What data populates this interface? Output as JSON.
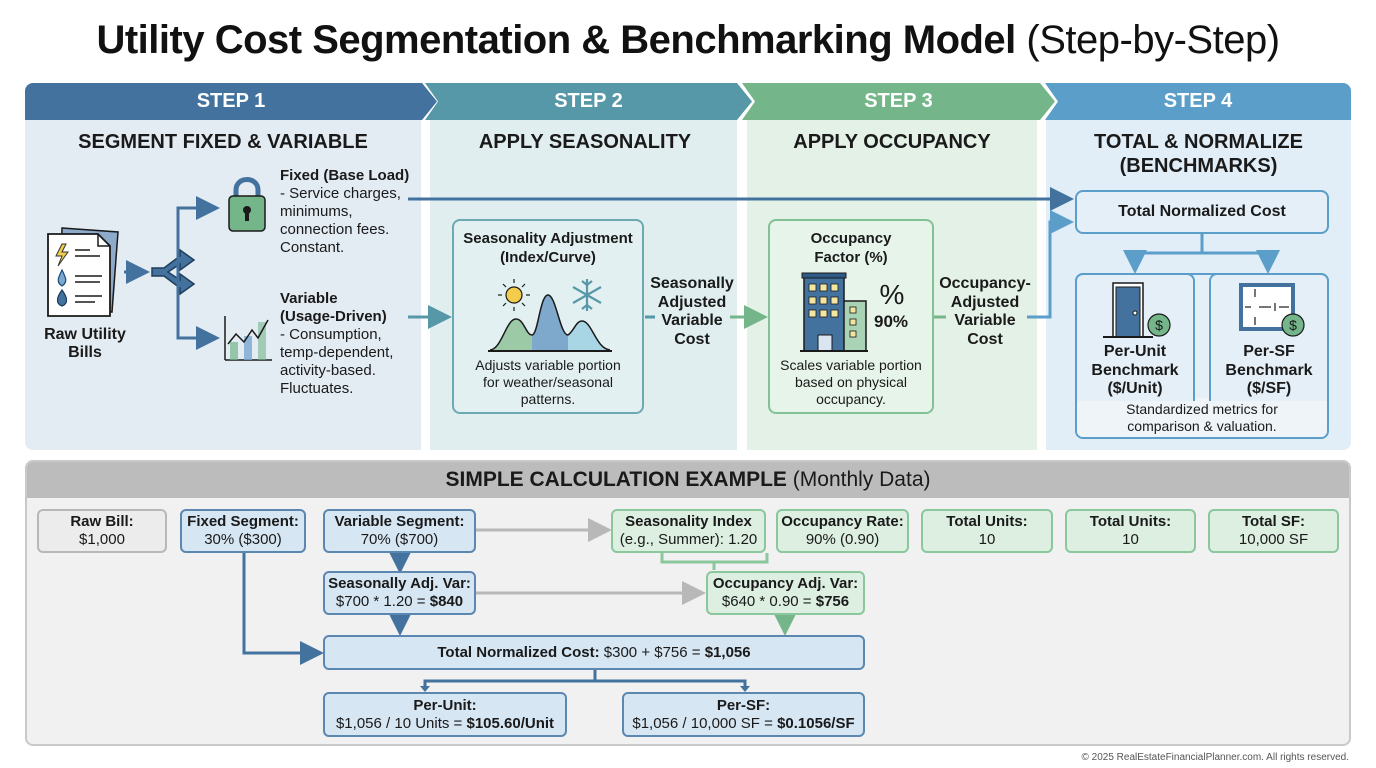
{
  "title": {
    "bold": "Utility Cost Segmentation & Benchmarking Model",
    "light": "(Step-by-Step)"
  },
  "steps": [
    {
      "label": "STEP 1",
      "heading": "SEGMENT FIXED & VARIABLE",
      "color": "#44729f"
    },
    {
      "label": "STEP 2",
      "heading": "APPLY SEASONALITY",
      "color": "#5698a8"
    },
    {
      "label": "STEP 3",
      "heading": "APPLY OCCUPANCY",
      "color": "#74b68a"
    },
    {
      "label": "STEP 4",
      "heading_line1": "TOTAL & NORMALIZE",
      "heading_line2": "(BENCHMARKS)",
      "color": "#5a9ec9"
    }
  ],
  "step1": {
    "source_label_line1": "Raw Utility",
    "source_label_line2": "Bills",
    "fixed": {
      "title": "Fixed (Base Load)",
      "lines": [
        "- Service charges,",
        "minimums,",
        "connection fees.",
        "Constant."
      ]
    },
    "variable": {
      "title_line1": "Variable",
      "title_line2": "(Usage-Driven)",
      "lines": [
        "- Consumption,",
        "temp-dependent,",
        "activity-based.",
        "Fluctuates."
      ]
    }
  },
  "step2": {
    "card_title_line1": "Seasonality Adjustment",
    "card_title_line2": "(Index/Curve)",
    "card_desc": [
      "Adjusts variable portion",
      "for weather/seasonal",
      "patterns."
    ],
    "output": [
      "Seasonally",
      "Adjusted",
      "Variable",
      "Cost"
    ]
  },
  "step3": {
    "card_title_line1": "Occupancy",
    "card_title_line2": "Factor (%)",
    "percent_symbol": "%",
    "percent_value": "90%",
    "card_desc": [
      "Scales variable portion",
      "based on physical",
      "occupancy."
    ],
    "output": [
      "Occupancy-",
      "Adjusted",
      "Variable",
      "Cost"
    ]
  },
  "step4": {
    "total_label": "Total Normalized Cost",
    "per_unit": [
      "Per-Unit",
      "Benchmark",
      "($/Unit)"
    ],
    "per_sf": [
      "Per-SF",
      "Benchmark",
      "($/SF)"
    ],
    "desc": [
      "Standardized metrics for",
      "comparison & valuation."
    ]
  },
  "calc": {
    "heading_bold": "SIMPLE CALCULATION EXAMPLE",
    "heading_light": "(Monthly Data)",
    "raw_bill": {
      "label": "Raw Bill:",
      "value": "$1,000"
    },
    "fixed": {
      "label": "Fixed Segment:",
      "value": "30% ($300)"
    },
    "variable": {
      "label": "Variable Segment:",
      "value": "70% ($700)"
    },
    "seasonality_index": {
      "label": "Seasonality Index",
      "value": "(e.g., Summer): 1.20"
    },
    "occupancy_rate": {
      "label": "Occupancy Rate:",
      "value": "90% (0.90)"
    },
    "total_units_1": {
      "label": "Total Units:",
      "value": "10"
    },
    "total_units_2": {
      "label": "Total Units:",
      "value": "10"
    },
    "total_sf": {
      "label": "Total SF:",
      "value": "10,000 SF"
    },
    "seasonal_adj": {
      "label": "Seasonally Adj. Var:",
      "formula": "$700 * 1.20 = ",
      "result": "$840"
    },
    "occupancy_adj": {
      "label": "Occupancy Adj. Var:",
      "formula": "$640 * 0.90 = ",
      "result": "$756"
    },
    "total": {
      "label": "Total Normalized Cost:",
      "formula": " $300 + $756 = ",
      "result": "$1,056"
    },
    "per_unit": {
      "label": "Per-Unit:",
      "formula": "$1,056 / 10 Units = ",
      "result": "$105.60/Unit"
    },
    "per_sf": {
      "label": "Per-SF:",
      "formula": "$1,056 / 10,000 SF = ",
      "result": "$0.1056/SF"
    }
  },
  "footer": "© 2025 RealEstateFinancialPlanner.com. All rights reserved."
}
